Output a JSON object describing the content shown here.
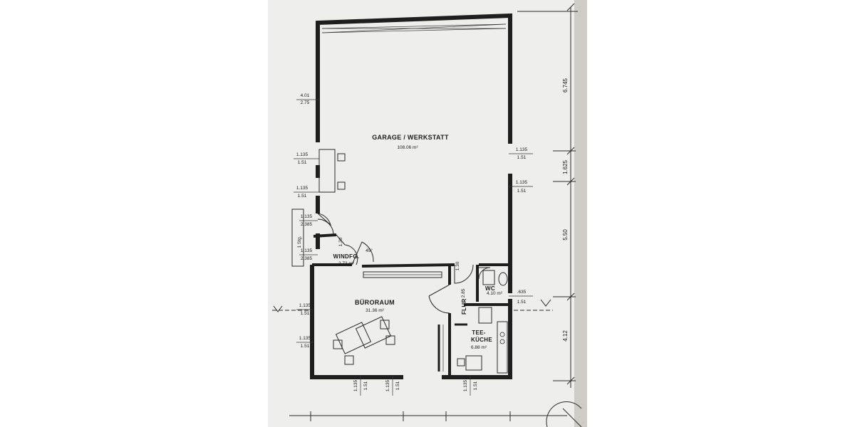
{
  "rooms": {
    "garage": {
      "name": "GARAGE / WERKSTATT",
      "area": "108.06 m²"
    },
    "windfang": {
      "name": "WINDFG.",
      "area": "2.73 m²"
    },
    "buero": {
      "name": "BÜRORAUM",
      "area": "31.36 m²"
    },
    "flur": {
      "name": "FLUR",
      "area": "2.85"
    },
    "wc": {
      "name": "WC",
      "area": "4.10 m²"
    },
    "teekueche": {
      "line1": "TEE-",
      "line2": "KÜCHE",
      "area": "6.88 m²"
    }
  },
  "left_openings": [
    {
      "top": "4.01",
      "bottom": "2.75"
    },
    {
      "top": "1.135",
      "bottom": "1.51"
    },
    {
      "top": "1.135",
      "bottom": "1.51"
    },
    {
      "top": "1.135",
      "bottom": "2.385"
    },
    {
      "top": "1.135",
      "bottom": "2.385"
    },
    {
      "top": "1.135",
      "bottom": "1.51"
    },
    {
      "top": "1.135",
      "bottom": "1.51"
    }
  ],
  "right_openings": [
    {
      "top": "1.135",
      "bottom": "1.51"
    },
    {
      "top": "1.135",
      "bottom": "1.51"
    },
    {
      "top": ".635",
      "bottom": "1.51"
    }
  ],
  "bottom_openings": [
    {
      "top": "1.135",
      "bottom": "1.51"
    },
    {
      "top": "1.135",
      "bottom": "1.51"
    },
    {
      "top": "1.135",
      "bottom": "1.51"
    }
  ],
  "door_notes": {
    "stufe": "1 Stg.",
    "windfang_door": "1.30",
    "angle": "45°",
    "flur_door": "1.30"
  },
  "vertical_dims": [
    "6.745",
    "1.625",
    "5.50",
    "4.12"
  ]
}
